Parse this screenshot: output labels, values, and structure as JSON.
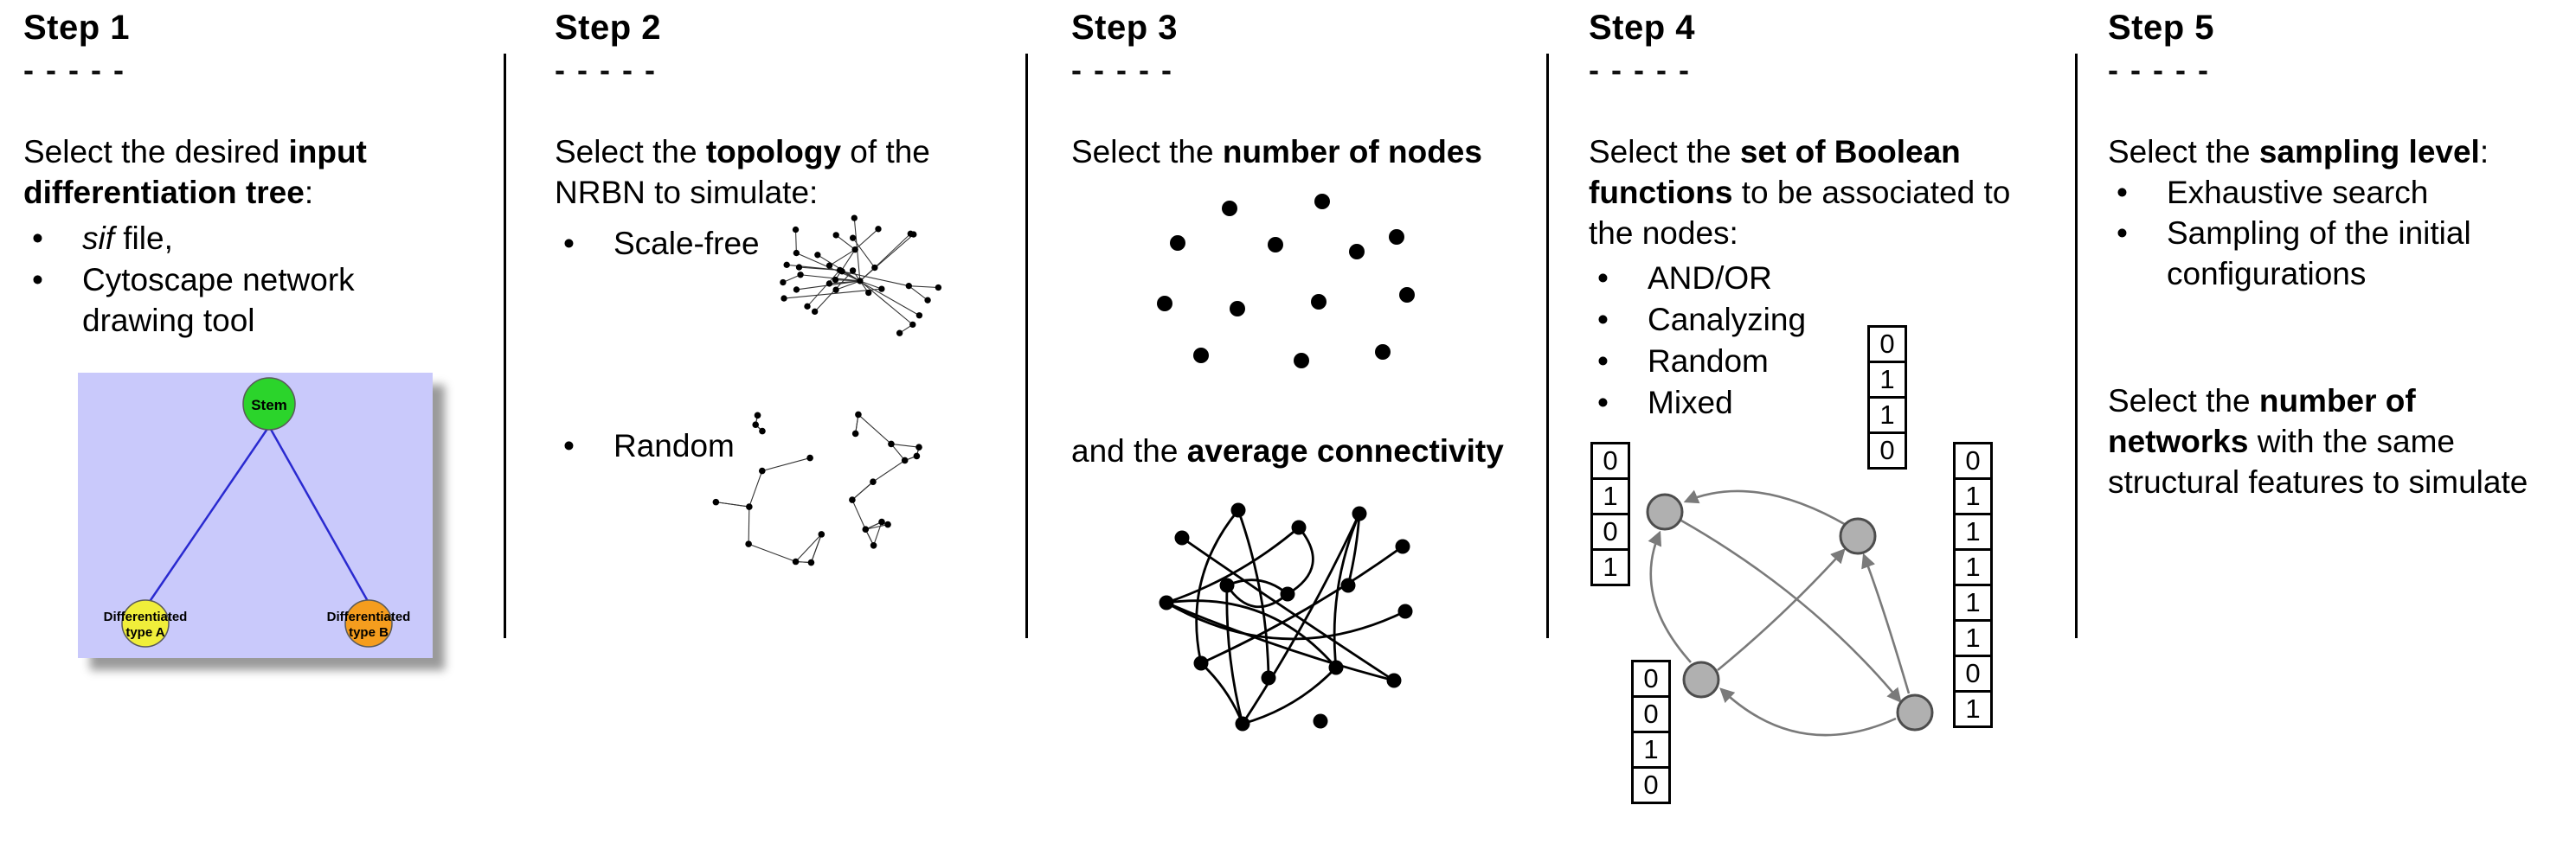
{
  "ui": {
    "bullet": "•"
  },
  "s1": {
    "header": "Step 1",
    "dashes": "- - - - -",
    "intro": [
      {
        "t": "Select the desired "
      },
      {
        "t": "input differentiation tree",
        "b": true
      },
      {
        "t": ":"
      }
    ],
    "bullet1": [
      {
        "t": "sif",
        "i": true
      },
      {
        "t": " file,"
      }
    ],
    "bullet2": [
      {
        "t": "Cytoscape network drawing tool"
      }
    ],
    "tree": {
      "stem": "Stem",
      "a_line1": "Differentiated",
      "a_line2": "type A",
      "b_line1": "Differentiated",
      "b_line2": "type B"
    }
  },
  "s2": {
    "header": "Step 2",
    "dashes": "- - - - -",
    "intro": [
      {
        "t": "Select the "
      },
      {
        "t": "topology",
        "b": true
      },
      {
        "t": " of the NRBN to simulate:"
      }
    ],
    "bullet1": "Scale-free",
    "bullet2": "Random"
  },
  "s3": {
    "header": "Step 3",
    "dashes": "- - - - -",
    "intro": [
      {
        "t": "Select the "
      },
      {
        "t": "number of nodes",
        "b": true
      }
    ],
    "connectivity": [
      {
        "t": "and the "
      },
      {
        "t": "average connectivity",
        "b": true
      }
    ]
  },
  "s4": {
    "header": "Step 4",
    "dashes": "- - - - -",
    "intro": [
      {
        "t": "Select the "
      },
      {
        "t": "set of Boolean functions",
        "b": true
      },
      {
        "t": " to be associated to the nodes:"
      }
    ],
    "bullets": [
      "AND/OR",
      "Canalyzing",
      "Random",
      "Mixed"
    ],
    "tables": {
      "top": [
        "0",
        "1",
        "1",
        "0"
      ],
      "left": [
        "0",
        "1",
        "0",
        "1"
      ],
      "right": [
        "0",
        "1",
        "1",
        "1",
        "1",
        "1",
        "0",
        "1"
      ],
      "bottom": [
        "0",
        "0",
        "1",
        "0"
      ]
    }
  },
  "s5": {
    "header": "Step 5",
    "dashes": "- - - - -",
    "intro": [
      {
        "t": "Select the "
      },
      {
        "t": "sampling level",
        "b": true
      },
      {
        "t": ":"
      }
    ],
    "bullets": [
      "Exhaustive search",
      "Sampling of the initial configurations"
    ],
    "para2": [
      {
        "t": "Select the "
      },
      {
        "t": "number of networks",
        "b": true
      },
      {
        "t": " with the same structural features to simulate"
      }
    ]
  },
  "colors": {
    "tree_bg": "#c9c9fb",
    "stem_green": "#2bd42b",
    "type_a_yellow": "#f0ee3a",
    "type_b_orange": "#f59d1e",
    "edge_blue": "#2a2ad0",
    "node_gray": "#b0b0b0",
    "arrow_gray": "#7a7a7a"
  }
}
